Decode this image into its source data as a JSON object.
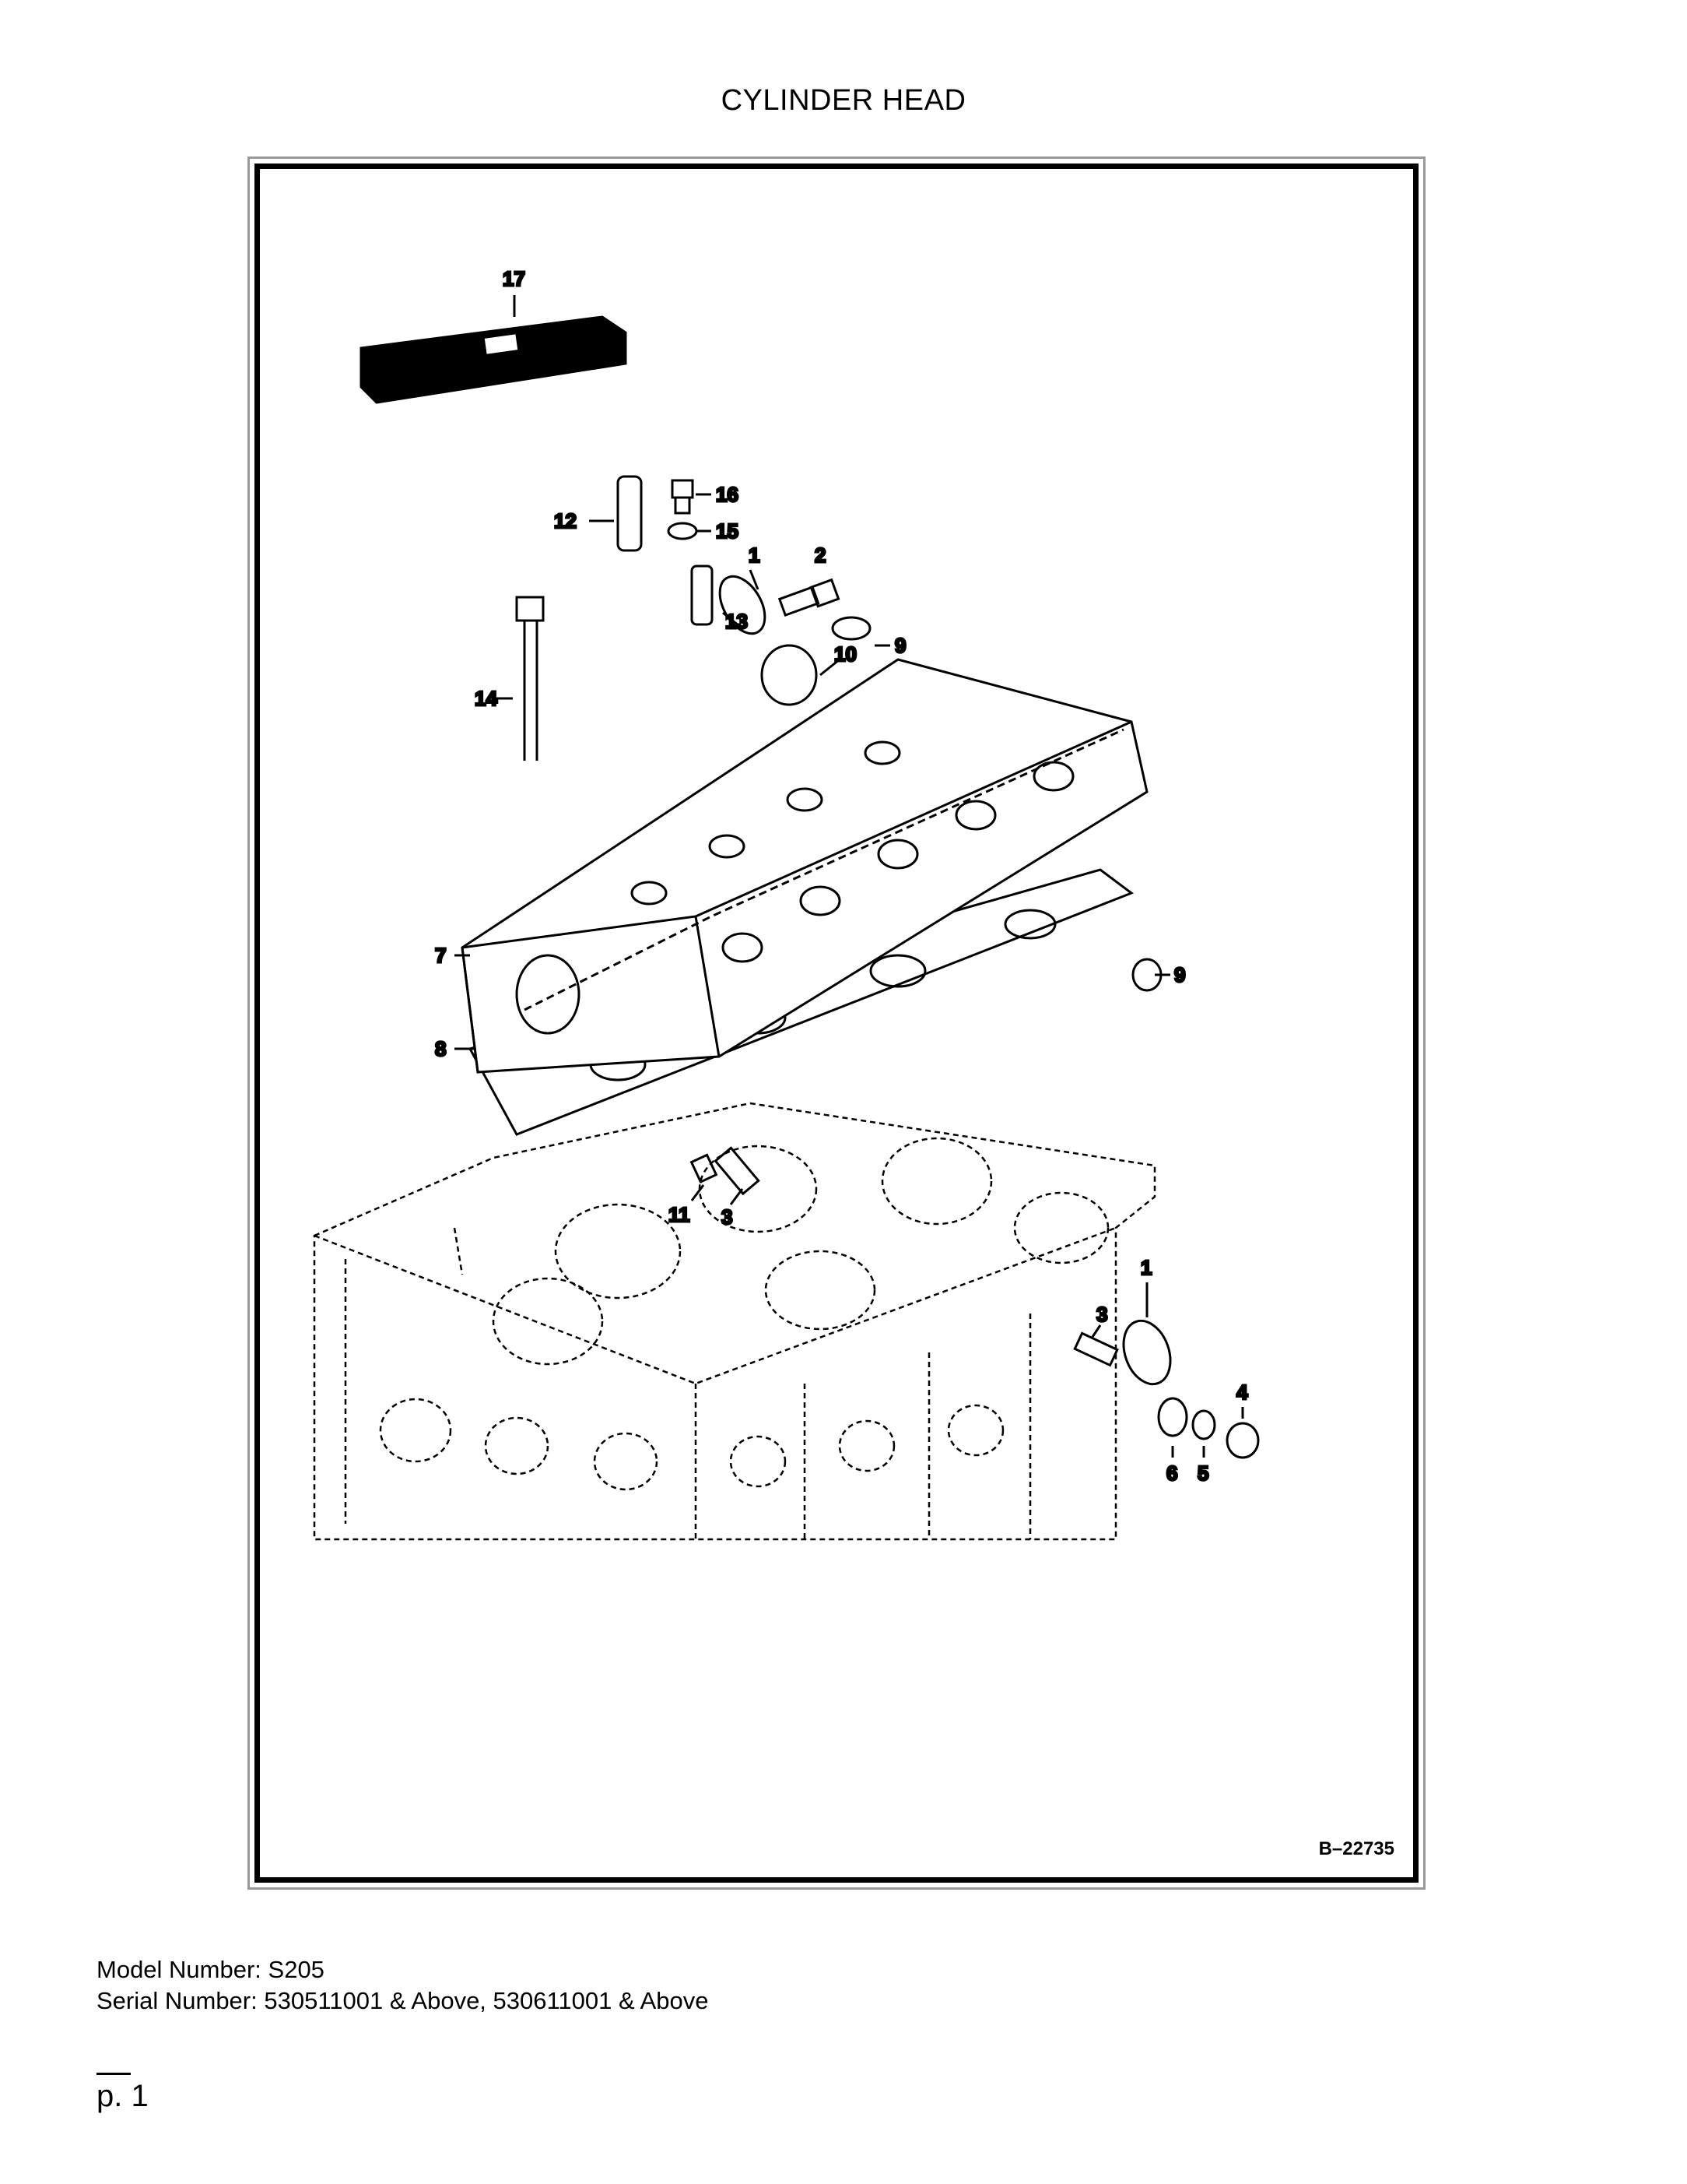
{
  "title": "CYLINDER HEAD",
  "figure": {
    "id": "B–22735",
    "callouts": {
      "c17": "17",
      "c12": "12",
      "c16": "16",
      "c15": "15",
      "c1a": "1",
      "c2": "2",
      "c13": "13",
      "c10": "10",
      "c9a": "9",
      "c14": "14",
      "c9b": "9",
      "c7": "7",
      "c8": "8",
      "c11": "11",
      "c3a": "3",
      "c3b": "3",
      "c1b": "1",
      "c4": "4",
      "c6": "6",
      "c5": "5"
    }
  },
  "footer": {
    "model": "Model Number: S205",
    "serial": "Serial Number: 530511001 & Above, 530611001 & Above"
  },
  "page": {
    "number": "p. 1"
  }
}
